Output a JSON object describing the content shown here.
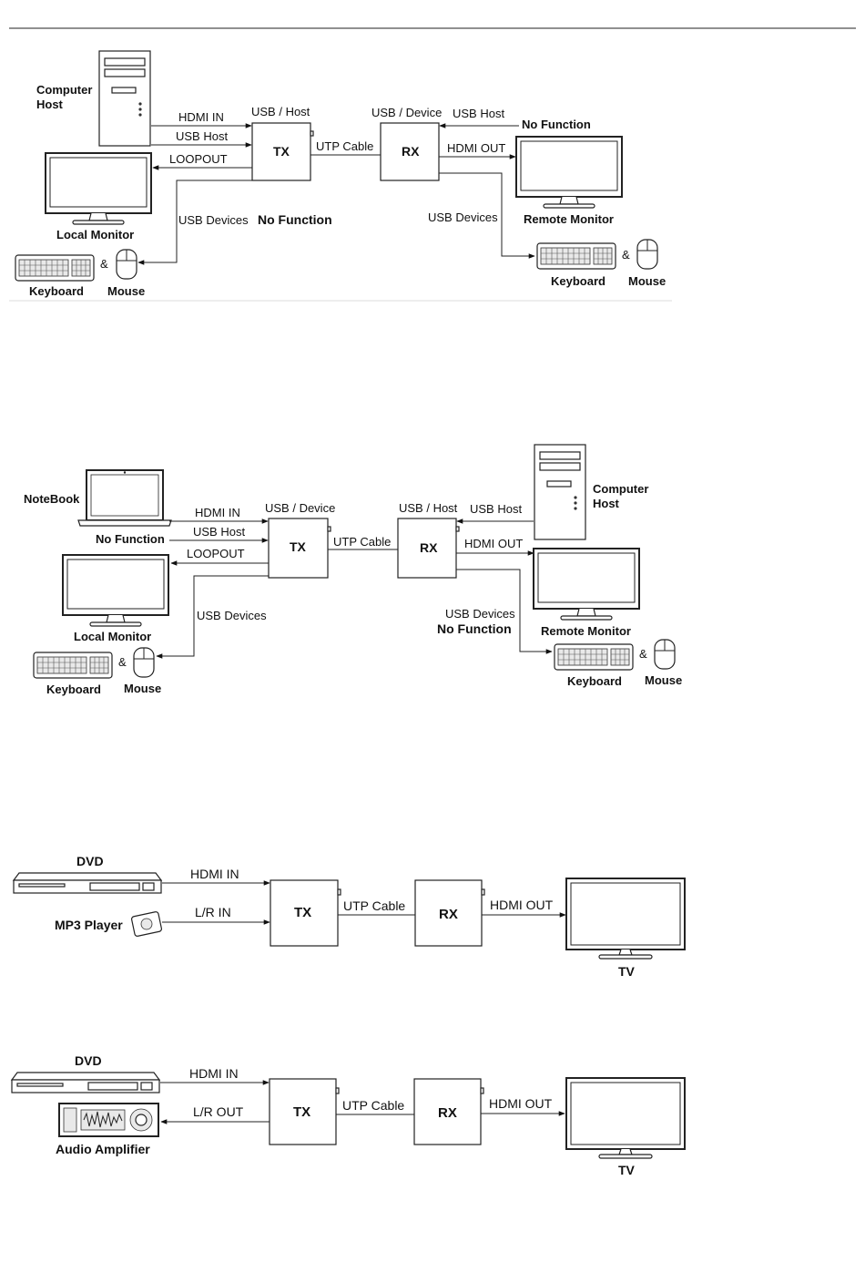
{
  "diagram1": {
    "computer_host": "Computer Host",
    "hdmi_in": "HDMI IN",
    "usb_host_tx": "USB Host",
    "loopout": "LOOPOUT",
    "usb_host_port": "USB / Host",
    "tx": "TX",
    "utp": "UTP Cable",
    "usb_device_port": "USB / Device",
    "rx": "RX",
    "usb_host_rx": "USB Host",
    "no_function_top": "No Function",
    "hdmi_out": "HDMI OUT",
    "local_monitor": "Local Monitor",
    "remote_monitor": "Remote Monitor",
    "usb_devices_tx": "USB Devices",
    "no_function_tx": "No Function",
    "usb_devices_rx": "USB Devices",
    "keyboard_l": "Keyboard",
    "mouse_l": "Mouse",
    "keyboard_r": "Keyboard",
    "mouse_r": "Mouse",
    "amp_l": "&",
    "amp_r": "&"
  },
  "diagram2": {
    "notebook": "NoteBook",
    "no_function_nb": "No Function",
    "hdmi_in": "HDMI IN",
    "usb_host_tx": "USB Host",
    "loopout": "LOOPOUT",
    "usb_device_port": "USB / Device",
    "tx": "TX",
    "utp": "UTP Cable",
    "usb_host_port": "USB / Host",
    "rx": "RX",
    "usb_host_rx": "USB Host",
    "computer_host": "Computer Host",
    "hdmi_out": "HDMI OUT",
    "local_monitor": "Local Monitor",
    "remote_monitor": "Remote Monitor",
    "usb_devices_tx": "USB Devices",
    "usb_devices_rx": "USB Devices",
    "no_function_rx": "No Function",
    "keyboard_l": "Keyboard",
    "mouse_l": "Mouse",
    "keyboard_r": "Keyboard",
    "mouse_r": "Mouse",
    "amp_l": "&",
    "amp_r": "&"
  },
  "diagram3": {
    "dvd": "DVD",
    "hdmi_in": "HDMI IN",
    "mp3": "MP3 Player",
    "lr_in": "L/R IN",
    "tx": "TX",
    "utp": "UTP Cable",
    "rx": "RX",
    "hdmi_out": "HDMI OUT",
    "tv": "TV"
  },
  "diagram4": {
    "dvd": "DVD",
    "hdmi_in": "HDMI IN",
    "lr_out": "L/R OUT",
    "amplifier": "Audio Amplifier",
    "tx": "TX",
    "utp": "UTP Cable",
    "rx": "RX",
    "hdmi_out": "HDMI OUT",
    "tv": "TV"
  }
}
